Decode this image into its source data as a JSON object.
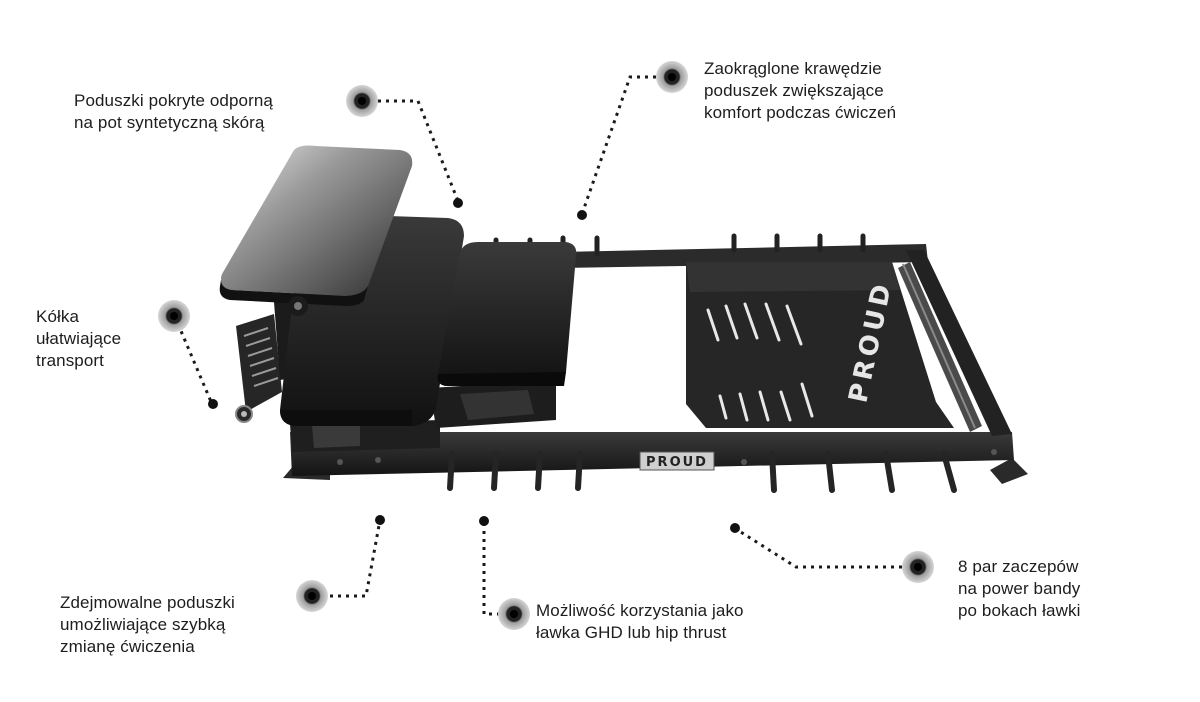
{
  "callouts": [
    {
      "id": "cushions-leather",
      "lines": [
        "Poduszki pokryte odporną",
        "na pot syntetyczną skórą"
      ]
    },
    {
      "id": "rounded-edges",
      "lines": [
        "Zaokrąglone krawędzie",
        "poduszek zwiększające",
        "komfort podczas ćwiczeń"
      ]
    },
    {
      "id": "wheels",
      "lines": [
        "Kółka",
        "ułatwiające",
        "transport"
      ]
    },
    {
      "id": "removable-cushions",
      "lines": [
        "Zdejmowalne poduszki",
        "umożliwiające szybką",
        "zmianę ćwiczenia"
      ]
    },
    {
      "id": "ghd-hip-thrust",
      "lines": [
        "Możliwość korzystania jako",
        "ławka GHD lub hip thrust"
      ]
    },
    {
      "id": "band-pegs",
      "lines": [
        "8 par zaczepów",
        "na power bandy",
        "po bokach ławki"
      ]
    }
  ],
  "brand": {
    "plate_text": "PROUD",
    "platform_text": "PROUD"
  },
  "colors": {
    "metal": "#2a2a2a",
    "cushion": "#1c1c1c",
    "marker_ring": "#bdbdbd",
    "marker_core": "#111111"
  }
}
